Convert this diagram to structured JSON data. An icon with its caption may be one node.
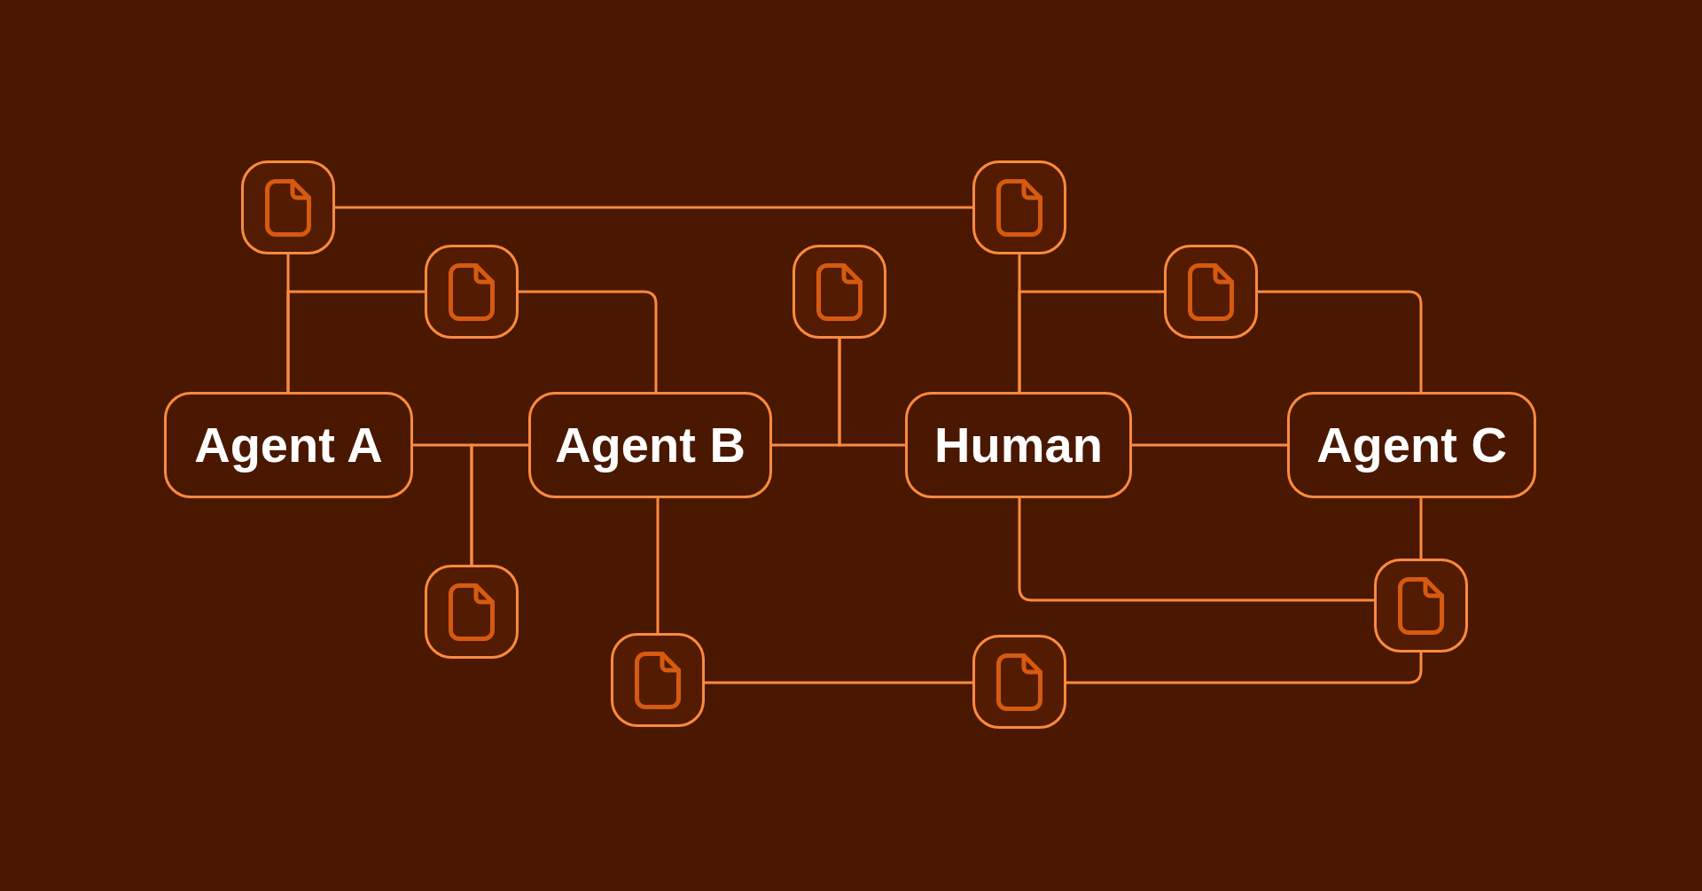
{
  "diagram": {
    "nodes": [
      {
        "text": [],
        "shape": "box"
      },
      {
        "text": [],
        "shape": "box"
      },
      {
        "text": [],
        "shape": "box"
      },
      {
        "text": [],
        "shape": "box"
      },
      {
        "text": [],
        "shape": "box"
      },
      {
        "text": [
          "Agent A"
        ]
      },
      {
        "text": [
          "Agent B"
        ]
      },
      {
        "text": [
          "Human"
        ]
      },
      {
        "text": [
          "Agent C"
        ]
      },
      {
        "text": [],
        "shape": "box"
      },
      {
        "text": [],
        "shape": "box"
      },
      {
        "text": [],
        "shape": "box"
      },
      {
        "text": [],
        "shape": "box"
      }
    ],
    "edges": [
      {
        "from": 0,
        "to": 1,
        "arrow": "none"
      },
      {
        "from": 0,
        "to": 5,
        "arrow": "none"
      },
      {
        "from": 2,
        "to": 5,
        "arrow": "none"
      },
      {
        "from": 2,
        "to": 6,
        "arrow": "none"
      },
      {
        "from": 1,
        "to": 7,
        "arrow": "none"
      },
      {
        "from": 4,
        "to": 7,
        "arrow": "none"
      },
      {
        "from": 4,
        "to": 8,
        "arrow": "none"
      },
      {
        "from": 3,
        "to": 6,
        "arrow": "none"
      },
      {
        "from": 3,
        "to": 7,
        "arrow": "none"
      },
      {
        "from": 10,
        "to": 5,
        "arrow": "none"
      },
      {
        "from": 10,
        "to": 6,
        "arrow": "none"
      },
      {
        "from": 7,
        "to": 8,
        "arrow": "none"
      },
      {
        "from": 6,
        "to": 11,
        "arrow": "none"
      },
      {
        "from": 7,
        "to": 9,
        "arrow": "none"
      },
      {
        "from": 8,
        "to": 9,
        "arrow": "none"
      },
      {
        "from": 9,
        "to": 12,
        "arrow": "none"
      },
      {
        "from": 11,
        "to": 12,
        "arrow": "none"
      }
    ]
  }
}
